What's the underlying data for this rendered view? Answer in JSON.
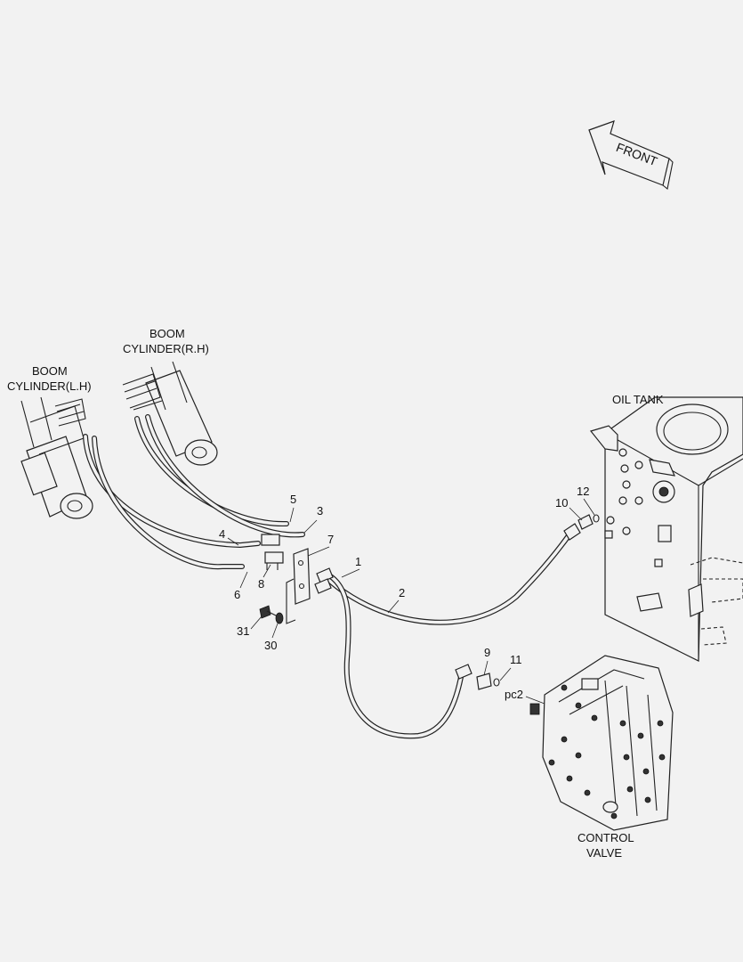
{
  "labels": {
    "front": "FRONT",
    "boom_rh_line1": "BOOM",
    "boom_rh_line2": "CYLINDER(R.H)",
    "boom_lh_line1": "BOOM",
    "boom_lh_line2": "CYLINDER(L.H)",
    "oil_tank": "OIL TANK",
    "control_valve_line1": "CONTROL",
    "control_valve_line2": "VALVE",
    "port_pc2": "pc2"
  },
  "part_numbers": [
    "1",
    "2",
    "3",
    "4",
    "5",
    "6",
    "7",
    "8",
    "9",
    "10",
    "11",
    "12",
    "30",
    "31"
  ]
}
